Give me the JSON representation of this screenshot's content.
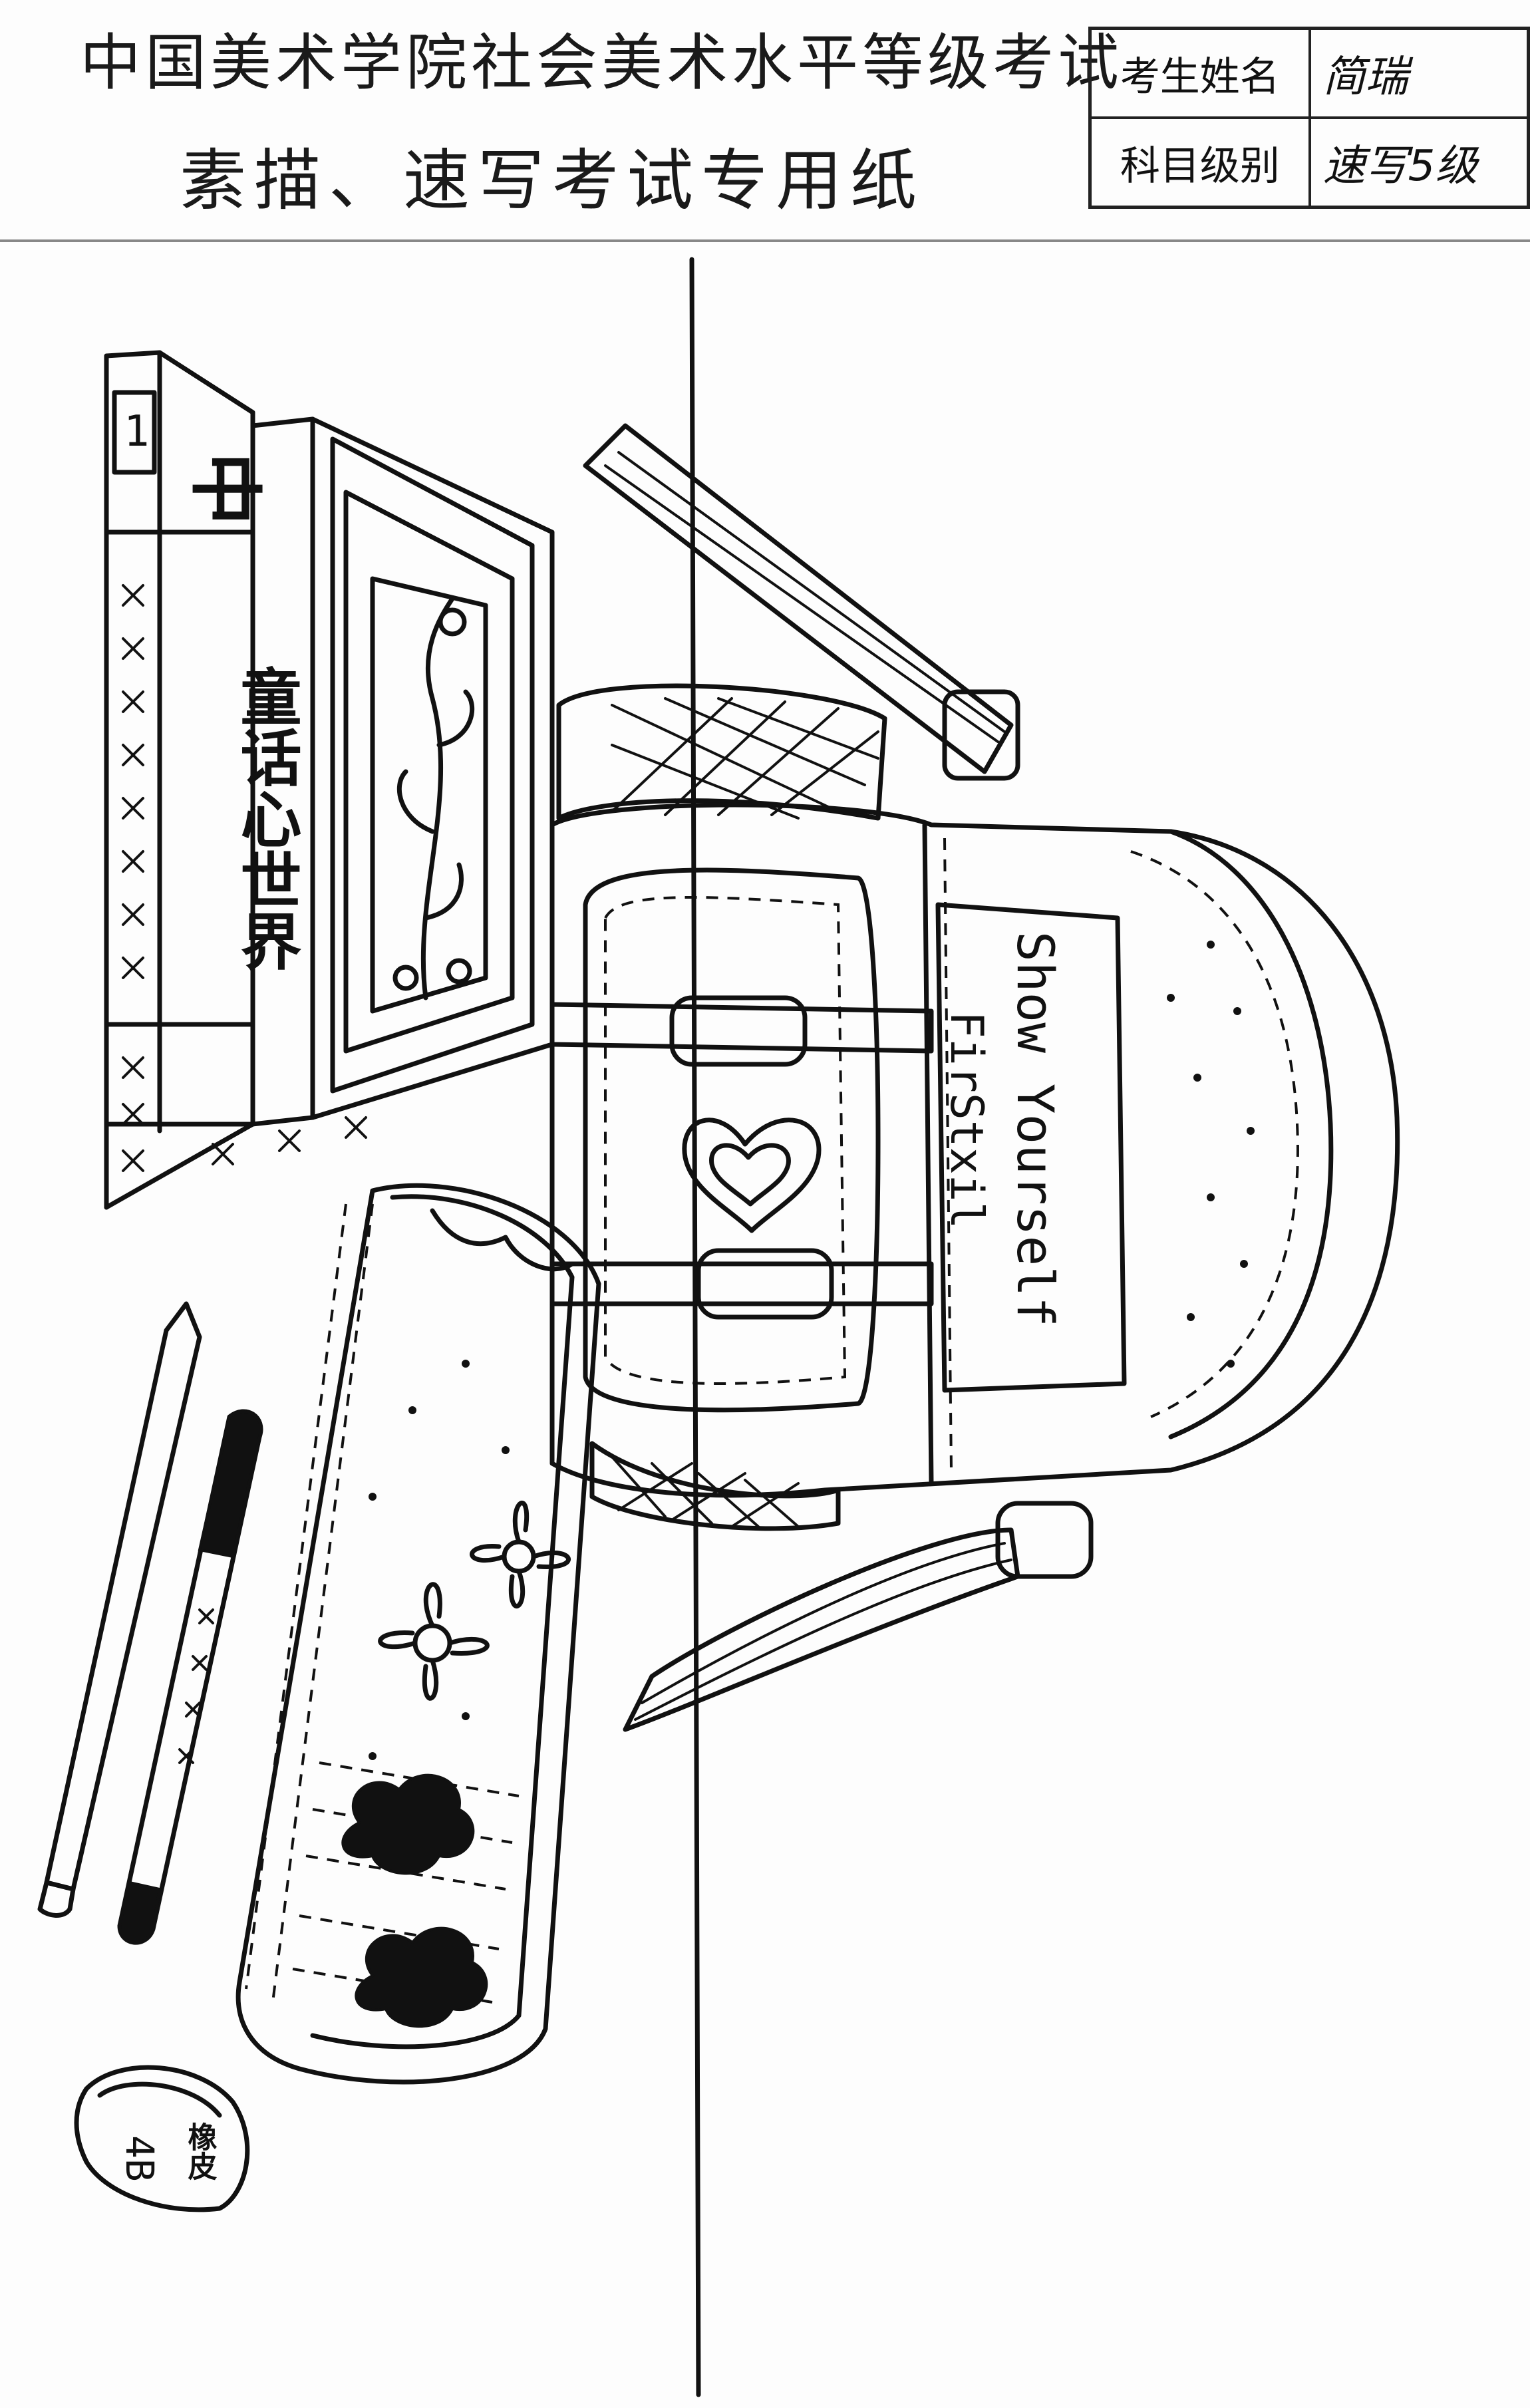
{
  "header": {
    "title_line1": "中国美术学院社会美术水平等级考试",
    "title_line2": "素描、速写考试专用纸"
  },
  "candidate_table": {
    "name_label": "考生姓名",
    "name_value": "简瑞",
    "subject_label": "科目级别",
    "subject_value": "速写5级"
  },
  "drawing": {
    "book_title": "童话心世界",
    "book_spine_mark": "中",
    "book_number": "1",
    "backpack_text_line1": "Show Yourself",
    "backpack_text_line2": "FirStxil",
    "eraser_label_1": "4B",
    "eraser_label_2": "橡皮"
  }
}
